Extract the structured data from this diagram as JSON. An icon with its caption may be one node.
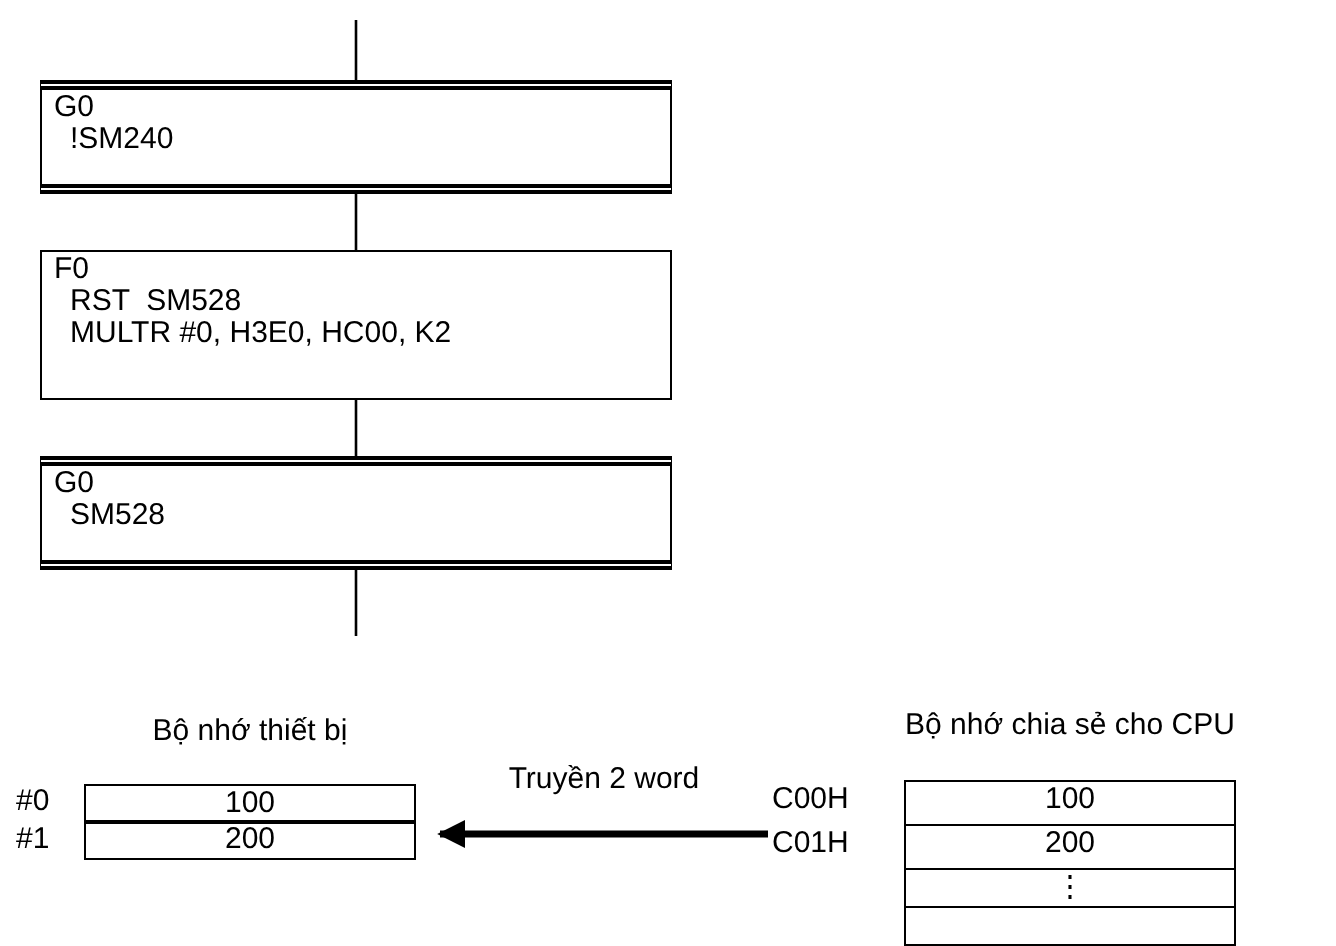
{
  "diagram": {
    "nodes": [
      {
        "text": [
          "G0",
          "!SM240"
        ]
      },
      {
        "text": [
          "F0",
          "RST  SM528",
          "MULTR #0, H3E0, HC00, K2"
        ]
      },
      {
        "text": [
          "G0",
          "SM528"
        ]
      },
      {
        "text": [
          "Bộ nhớ thiết bị"
        ]
      },
      {
        "text": [
          "100"
        ],
        "in": 3
      },
      {
        "text": [
          "200"
        ],
        "in": 3
      },
      {
        "text": [
          "Bộ nhớ chia sẻ cho CPU"
        ]
      },
      {
        "text": [
          "100"
        ],
        "in": 6
      },
      {
        "text": [
          "200"
        ],
        "in": 6
      },
      {
        "text": [
          "⋮"
        ],
        "in": 6
      },
      {
        "text": [],
        "shape": "box",
        "in": 6
      }
    ],
    "edges": [
      {
        "from": null,
        "to": 0,
        "arrow": "none"
      },
      {
        "from": 0,
        "to": 1,
        "arrow": "none"
      },
      {
        "from": 1,
        "to": 2,
        "arrow": "none"
      },
      {
        "from": 2,
        "to": null,
        "arrow": "none"
      },
      {
        "from": 6,
        "to": 3,
        "arrow": "to",
        "label": "Truyền 2 word",
        "style": "thick"
      }
    ],
    "labels": [
      "#0",
      "#1",
      "C00H",
      "C01H"
    ]
  }
}
